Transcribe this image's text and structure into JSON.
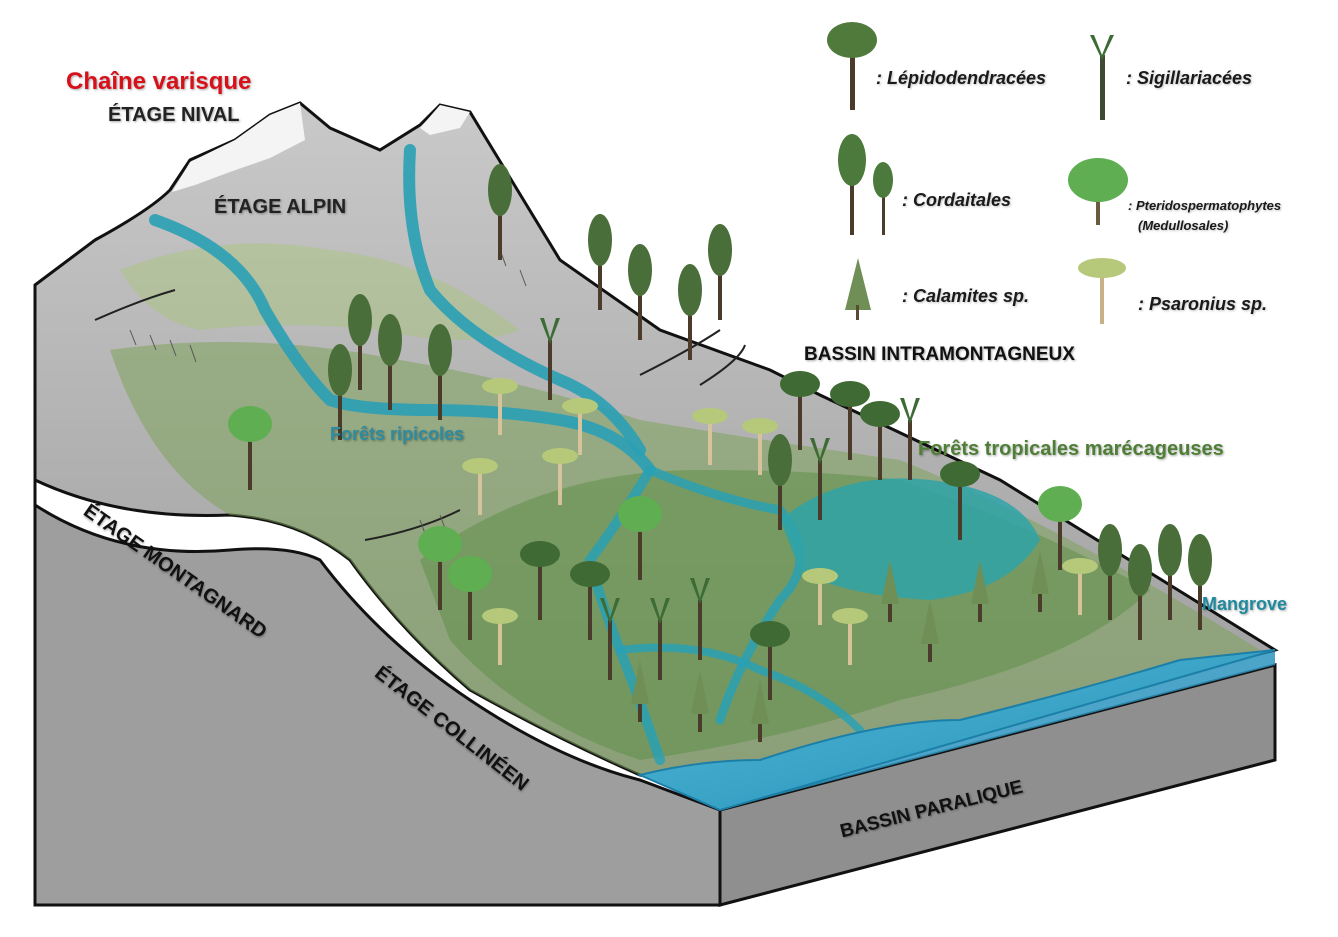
{
  "title": "Chaîne varisque",
  "zones": {
    "nival": "ÉTAGE NIVAL",
    "alpin": "ÉTAGE ALPIN",
    "montagnard": "ÉTAGE MONTAGNARD",
    "collineen": "ÉTAGE COLLINÉEN",
    "intramontagneux": "BASSIN INTRAMONTAGNEUX",
    "paralique": "BASSIN PARALIQUE"
  },
  "forests": {
    "ripicoles": "Forêts ripicoles",
    "tropicales": "Forêts tropicales marécageuses",
    "mangrove": "Mangrove"
  },
  "legend": [
    {
      "icon": "lepidodendron-icon",
      "label": ": Lépidodendracées"
    },
    {
      "icon": "sigillaria-icon",
      "label": ": Sigillariacées"
    },
    {
      "icon": "cordaitales-icon",
      "label": ": Cordaitales"
    },
    {
      "icon": "medullosales-icon",
      "label": ": Pteridospermatophytes",
      "sublabel": "(Medullosales)"
    },
    {
      "icon": "calamites-icon",
      "label": ": Calamites sp."
    },
    {
      "icon": "psaronius-icon",
      "label": ": Psaronius sp."
    }
  ],
  "colors": {
    "title_red": "#d8101a",
    "rock_grey": "#9c9c9c",
    "water_blue": "#2ea3c4",
    "forest_green": "#4d7a3a",
    "label_green": "#4f7f36",
    "label_teal": "#1f8a9e"
  }
}
